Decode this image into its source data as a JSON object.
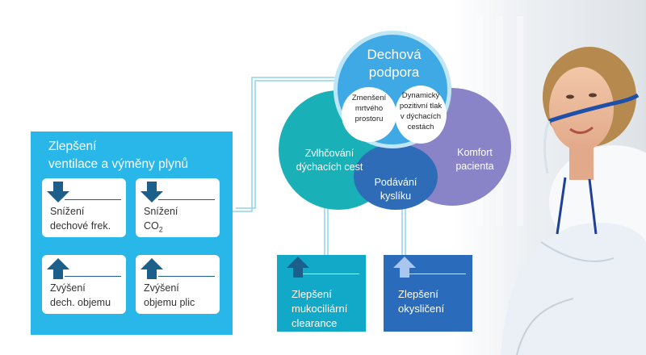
{
  "diagram": {
    "colors": {
      "panel": "#29b6e8",
      "dark_arrow": "#1b5f8a",
      "teal": "#19b0b8",
      "purple": "#8884c7",
      "navy": "#2e6cb7",
      "light_blue": "#3fa9e6",
      "mucociliary_box": "#12a9c8",
      "oxygenation_box": "#2a6cbb"
    },
    "center": {
      "title_line1": "Dechová",
      "title_line2": "podpora",
      "inner_left": [
        "Zmenšení",
        "mrtvého",
        "prostoru"
      ],
      "inner_right": [
        "Dynamický",
        "pozitivní tlak",
        "v dýchacích",
        "cestách"
      ]
    },
    "humidification": [
      "Zvlhčování",
      "dýchacích cest"
    ],
    "comfort": [
      "Komfort",
      "pacienta"
    ],
    "oxygen": [
      "Podávání",
      "kyslíku"
    ],
    "left_panel": {
      "title_line1": "Zlepšení",
      "title_line2": "ventilace a výměny plynů",
      "cards": [
        {
          "direction": "down",
          "line1": "Snížení",
          "line2": "dechové frek."
        },
        {
          "direction": "down",
          "line1": "Snížení",
          "line2_main": "CO",
          "line2_sub": "2"
        },
        {
          "direction": "up",
          "line1": "Zvýšení",
          "line2": "dech. objemu"
        },
        {
          "direction": "up",
          "line1": "Zvýšení",
          "line2": "objemu plic"
        }
      ]
    },
    "bottom_boxes": [
      {
        "direction": "up",
        "lines": [
          "Zlepšení",
          "mukociliární",
          "clearance"
        ]
      },
      {
        "direction": "up",
        "lines": [
          "Zlepšení",
          "okysličení"
        ]
      }
    ],
    "photo": {
      "icon": "patient-with-nasal-cannula-photo"
    }
  }
}
